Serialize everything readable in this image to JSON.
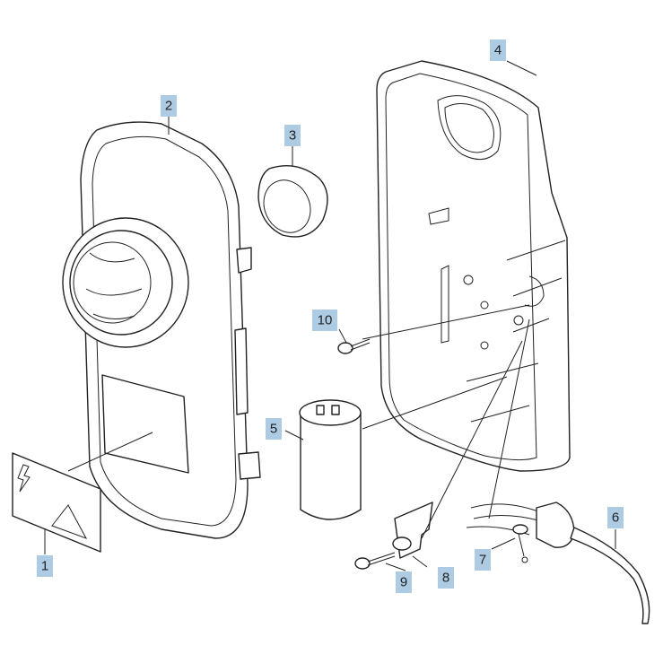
{
  "diagram": {
    "callouts": [
      {
        "id": "1",
        "label": "1"
      },
      {
        "id": "2",
        "label": "2"
      },
      {
        "id": "3",
        "label": "3"
      },
      {
        "id": "4",
        "label": "4"
      },
      {
        "id": "5",
        "label": "5"
      },
      {
        "id": "6",
        "label": "6"
      },
      {
        "id": "7",
        "label": "7"
      },
      {
        "id": "8",
        "label": "8"
      },
      {
        "id": "9",
        "label": "9"
      },
      {
        "id": "10",
        "label": "10"
      }
    ],
    "callout_color": "#aecbe4",
    "line_color": "#222222"
  }
}
